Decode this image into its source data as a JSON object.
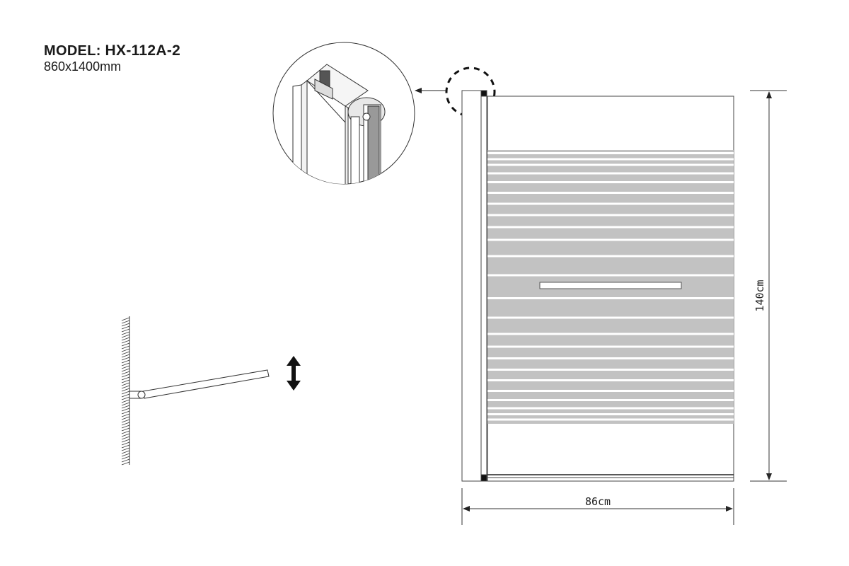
{
  "header": {
    "model_label": "MODEL:",
    "model_number": "HX-112A-2",
    "size": "860x1400mm"
  },
  "dimensions": {
    "width": "86cm",
    "height": "140cm"
  },
  "colors": {
    "line": "#333333",
    "stripe": "#c2c2c2"
  }
}
